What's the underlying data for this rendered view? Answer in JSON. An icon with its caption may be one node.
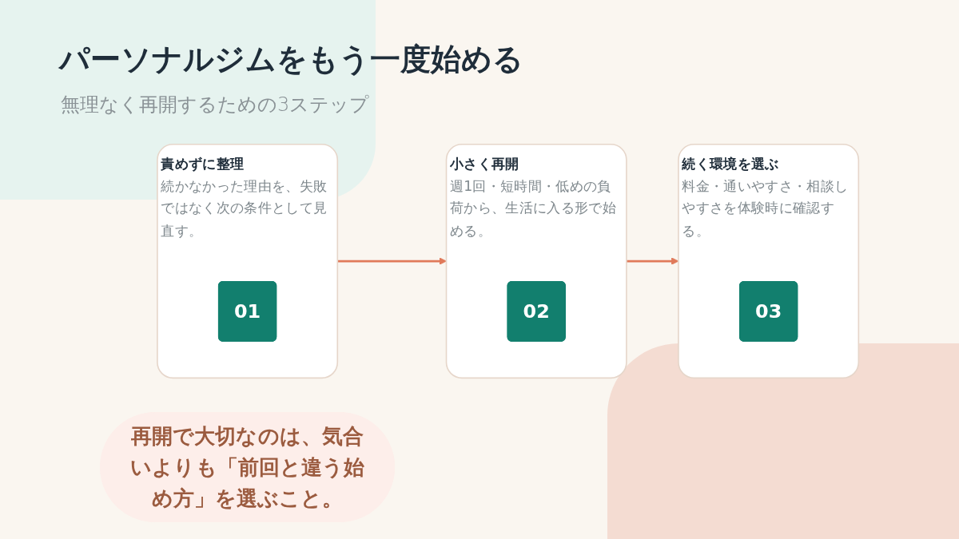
{
  "diagram": {
    "title": "パーソナルジムをもう一度始める",
    "nodes": [
      {
        "text": [
          "責めずに整理",
          "続かなかった理由を、失敗ではなく次の条件として見直す。"
        ]
      },
      {
        "text": [
          "01"
        ],
        "in": 0
      },
      {
        "text": [
          "小さく再開",
          "週1回・短時間・低めの負荷から、生活に入る形で始める。"
        ]
      },
      {
        "text": [
          "02"
        ],
        "in": 2
      },
      {
        "text": [
          "続く環境を選ぶ",
          "料金・通いやすさ・相談しやすさを体験時に確認する。"
        ]
      },
      {
        "text": [
          "03"
        ],
        "in": 4
      },
      {
        "text": [
          "再開で大切なのは、気合いよりも「前回と違う始め方」を選ぶこと。"
        ]
      }
    ],
    "edges": [
      {
        "from": 0,
        "to": 2,
        "arrow": "to"
      },
      {
        "from": 2,
        "to": 4,
        "arrow": "to"
      }
    ],
    "labels": [
      "無理なく再開するための3ステップ"
    ]
  }
}
